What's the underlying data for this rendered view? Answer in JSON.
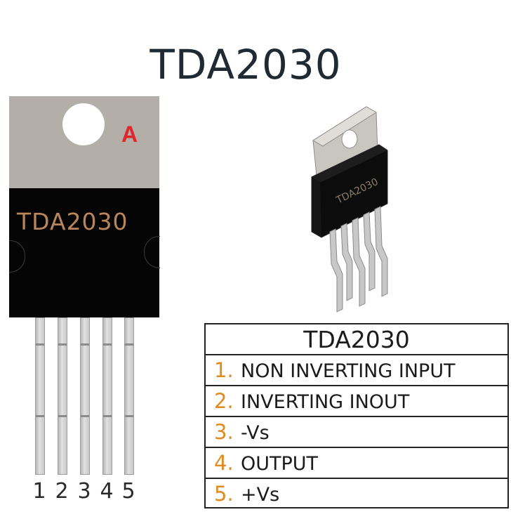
{
  "title": "TDA2030",
  "front": {
    "tab_marker": "A",
    "chip_marking": "TDA2030",
    "pin_numbers": [
      "1",
      "2",
      "3",
      "4",
      "5"
    ]
  },
  "iso": {
    "chip_marking": "TDA2030"
  },
  "table": {
    "title": "TDA2030",
    "rows": [
      {
        "num": "1.",
        "label": "NON INVERTING INPUT"
      },
      {
        "num": "2.",
        "label": "INVERTING INOUT"
      },
      {
        "num": "3.",
        "label": "-Vs"
      },
      {
        "num": "4.",
        "label": "OUTPUT"
      },
      {
        "num": "5.",
        "label": "+Vs"
      }
    ]
  },
  "colors": {
    "tab": "#b3aea7",
    "body": "#050505",
    "marking": "#b9855a",
    "marker_red": "#e0262b",
    "number_orange": "#e38a1e"
  }
}
